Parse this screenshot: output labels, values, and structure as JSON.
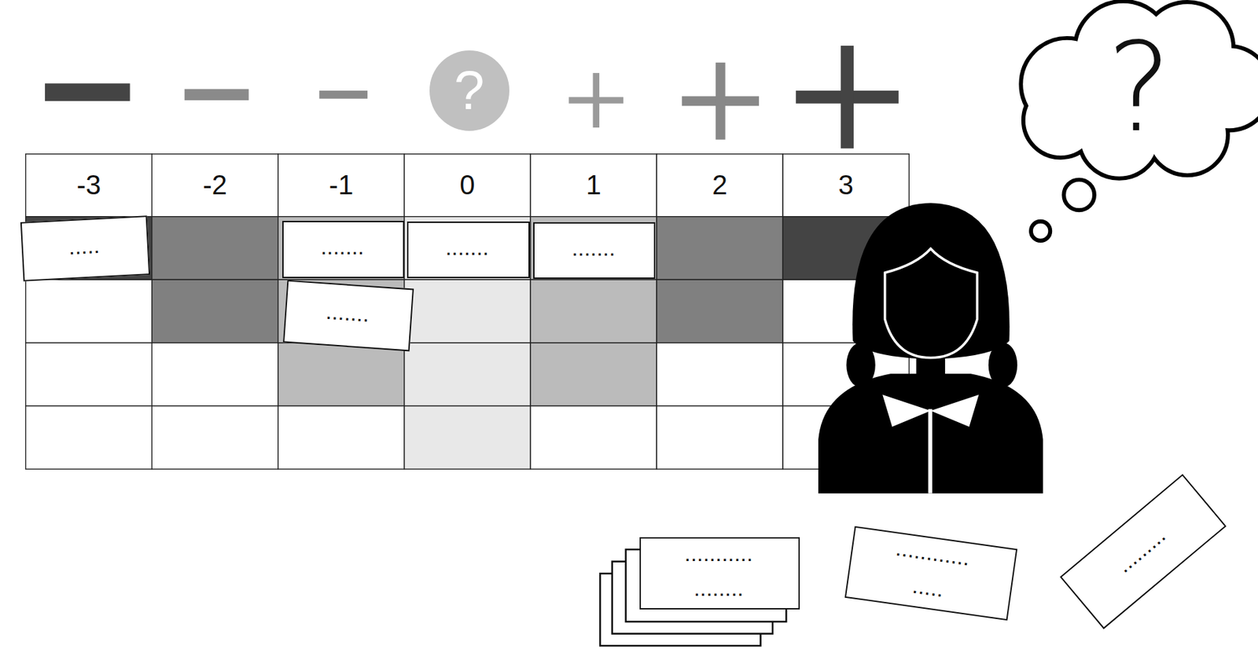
{
  "diagram": {
    "nodes": [
      {
        "text": [
          "?"
        ]
      },
      {
        "text": [
          "?"
        ]
      },
      {
        "text": [
          "....."
        ]
      },
      {
        "text": [
          "......."
        ]
      },
      {
        "text": [
          "......."
        ]
      },
      {
        "text": [
          "......."
        ]
      },
      {
        "text": [
          "......."
        ]
      },
      {
        "text": [
          "...........",
          "........"
        ]
      },
      {
        "text": [
          "............",
          "....."
        ]
      },
      {
        "text": [
          "........."
        ]
      }
    ],
    "labels": [
      "-3",
      "-2",
      "-1",
      "0",
      "1",
      "2",
      "3"
    ]
  }
}
